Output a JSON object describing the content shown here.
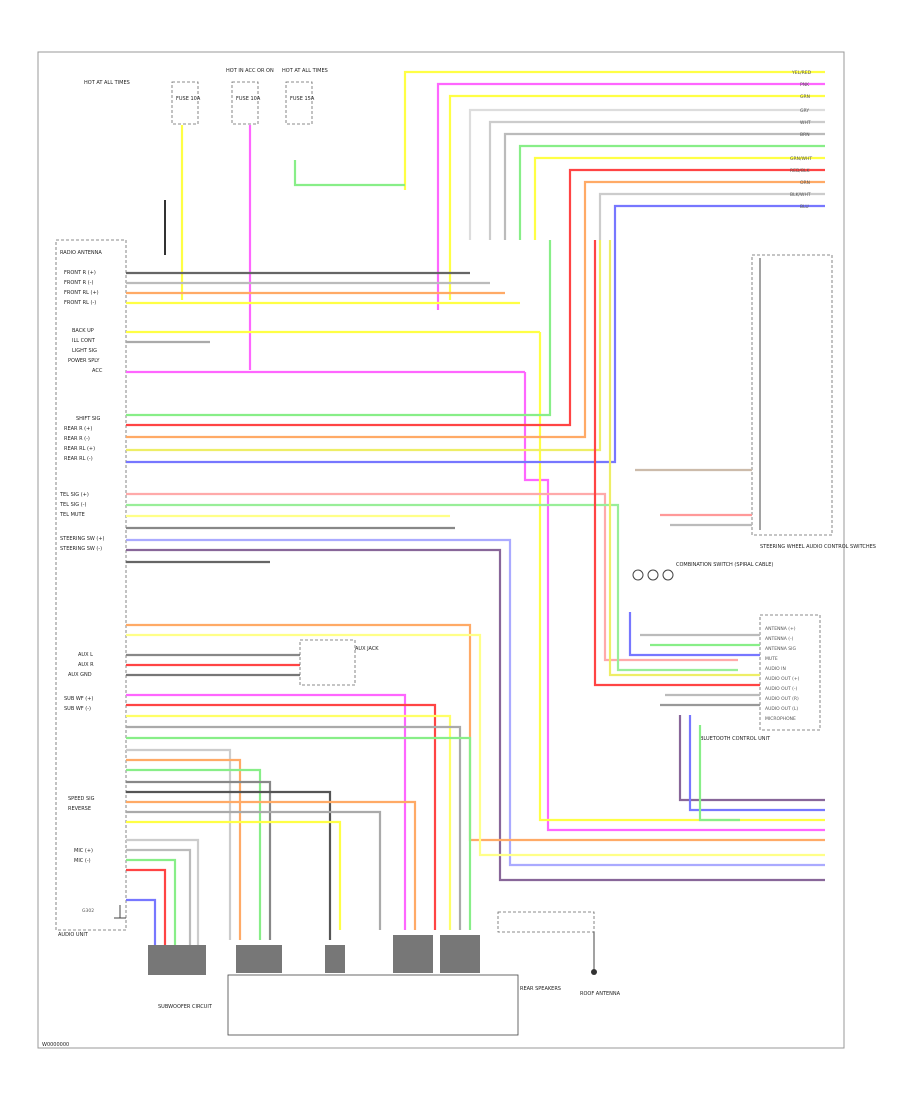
{
  "diagram": {
    "footer_code": "W0000000",
    "units": {
      "audio_unit": "AUDIO UNIT",
      "bluetooth_control_unit": "BLUETOOTH CONTROL UNIT",
      "steering_switch": "STEERING WHEEL AUDIO CONTROL SWITCHES",
      "subwoofer": "SUBWOOFER CIRCUIT",
      "rear_speakers": "REAR SPEAKERS",
      "aux_jack": "AUX JACK",
      "roof_antenna": "ROOF ANTENNA",
      "combination_switch": "COMBINATION SWITCH (SPIRAL CABLE)",
      "ground": "G302"
    },
    "fuses": [
      {
        "label": "HOT AT ALL TIMES",
        "fuse": "FUSE 10A"
      },
      {
        "label": "HOT IN ACC OR ON",
        "fuse": "FUSE 10A"
      },
      {
        "label": "HOT AT ALL TIMES",
        "fuse": "FUSE 15A"
      }
    ],
    "audio_pins_top": [
      "RADIO ANTENNA",
      "FRONT R (+)",
      "FRONT R (-)",
      "FRONT RL (+)",
      "FRONT RL (-)",
      "BACK UP",
      "ILL CONT",
      "LIGHT SIG",
      "POWER SPLY",
      "ACC"
    ],
    "audio_pins_mid": [
      "SHIFT SIG",
      "REAR R (+)",
      "REAR R (-)",
      "REAR RL (+)",
      "REAR RL (-)",
      "TEL SIG (+)",
      "TEL SIG (-)",
      "TEL MUTE",
      "STEERING SW (+)",
      "STEERING SW (-)"
    ],
    "audio_pins_low": [
      "AUX L",
      "AUX R",
      "AUX GND",
      "SUB WF (+)",
      "SUB WF (-)",
      "SPEED SIG",
      "REVERSE",
      "MIC (+)",
      "MIC (-)"
    ],
    "bt_pins": [
      "ANTENNA (+)",
      "ANTENNA (-)",
      "ANTENNA SIG",
      "MUTE",
      "AUDIO IN",
      "AUDIO OUT (+)",
      "AUDIO OUT (-)",
      "AUDIO OUT (R)",
      "AUDIO OUT (L)",
      "MICROPHONE"
    ],
    "wire_colors": [
      "YEL/RED",
      "PNK",
      "GRN",
      "BRN",
      "WHT",
      "GRY",
      "BLU",
      "RED",
      "GRN/WHT",
      "RED/BLK",
      "BLK/WHT",
      "ORN",
      "VIO"
    ],
    "legend_right": [
      "YEL/RED",
      "PNK",
      "GRN",
      "GRY",
      "WHT",
      "BRN",
      "GRN/WHT",
      "RED/BLK",
      "ORN",
      "BLK/WHT",
      "BLU"
    ]
  }
}
